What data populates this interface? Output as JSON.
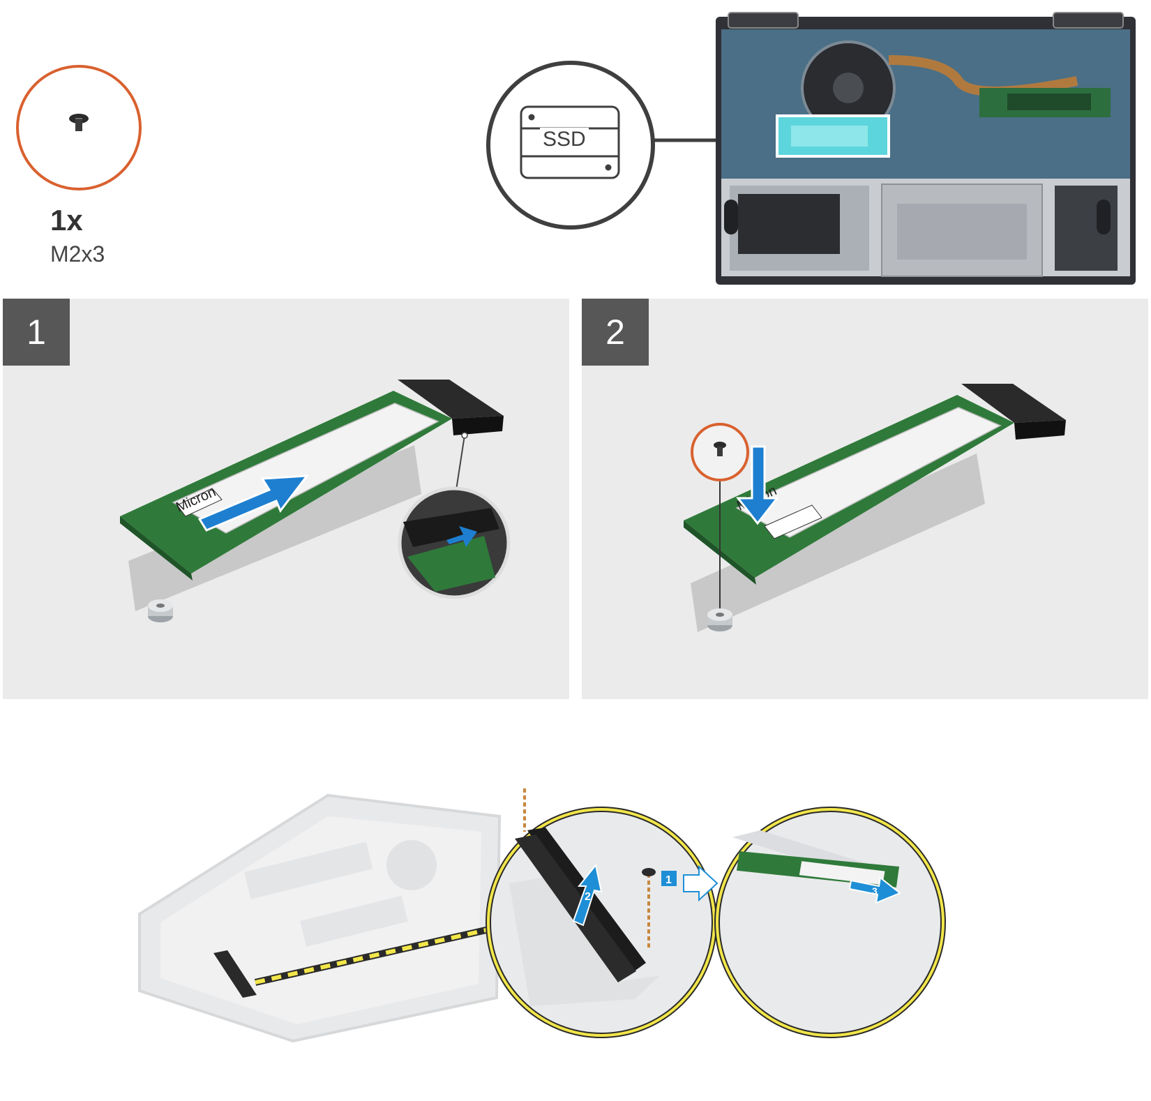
{
  "screw_callout": {
    "quantity": "1x",
    "screw_type": "M2x3",
    "ring_color": "#d9612f"
  },
  "locator": {
    "component_label": "SSD",
    "highlight_color": "#5cd6dc"
  },
  "steps": [
    {
      "number": "1",
      "card_brand": "Micron",
      "icon": "slide-in-arrow-icon"
    },
    {
      "number": "2",
      "card_brand": "Micron",
      "icon": "press-down-arrow-icon"
    }
  ],
  "removal_callouts": {
    "step_a_marker": "1",
    "step_b_marker": "2",
    "step_c_marker": "3",
    "accent_color": "#1e8fd6",
    "ring_color": "#f2e64a"
  }
}
